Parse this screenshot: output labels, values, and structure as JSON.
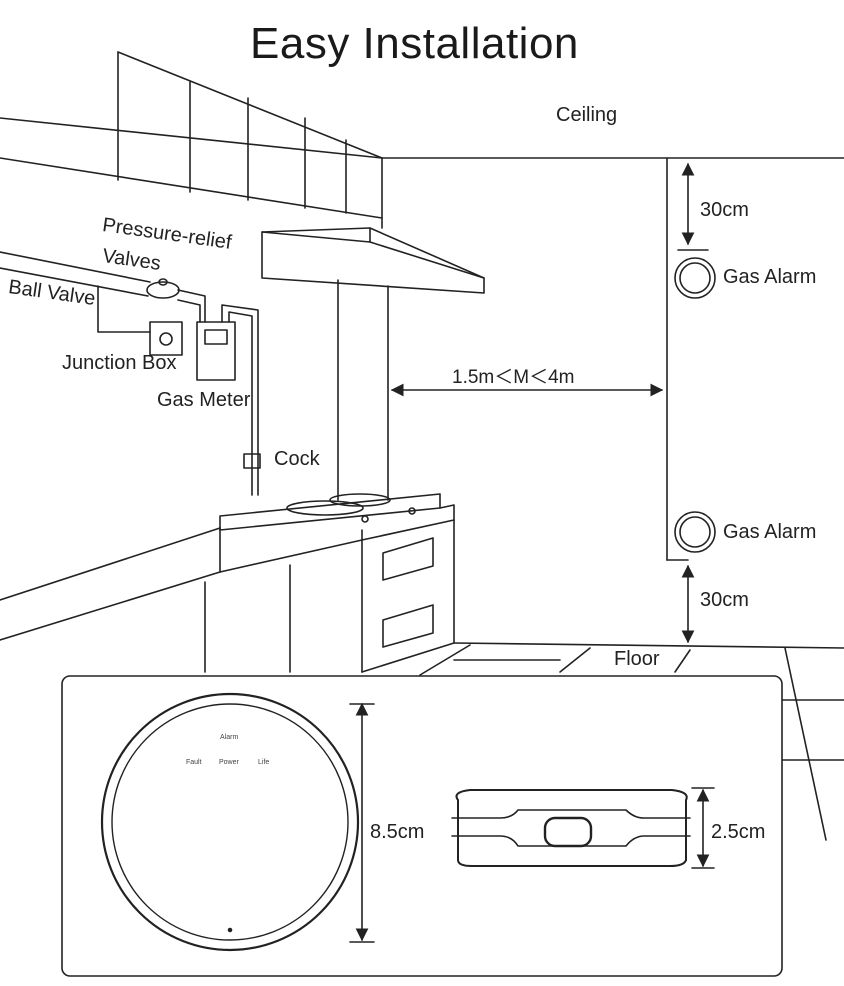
{
  "title": "Easy Installation",
  "labels": {
    "ceiling": "Ceiling",
    "pressure_relief": "Pressure-relief",
    "valves": "Valves",
    "ball_valve": "Ball Valve",
    "junction_box": "Junction Box",
    "gas_meter": "Gas Meter",
    "cock": "Cock",
    "gas_alarm_top": "Gas Alarm",
    "gas_alarm_bottom": "Gas Alarm",
    "distance": "1.5m＜M＜4m",
    "top_gap": "30cm",
    "bottom_gap": "30cm",
    "floor": "Floor"
  },
  "device": {
    "alarm_led": "Alarm",
    "fault_led": "Fault",
    "power_led": "Power",
    "life_led": "Life",
    "diameter": "8.5cm",
    "height": "2.5cm"
  }
}
